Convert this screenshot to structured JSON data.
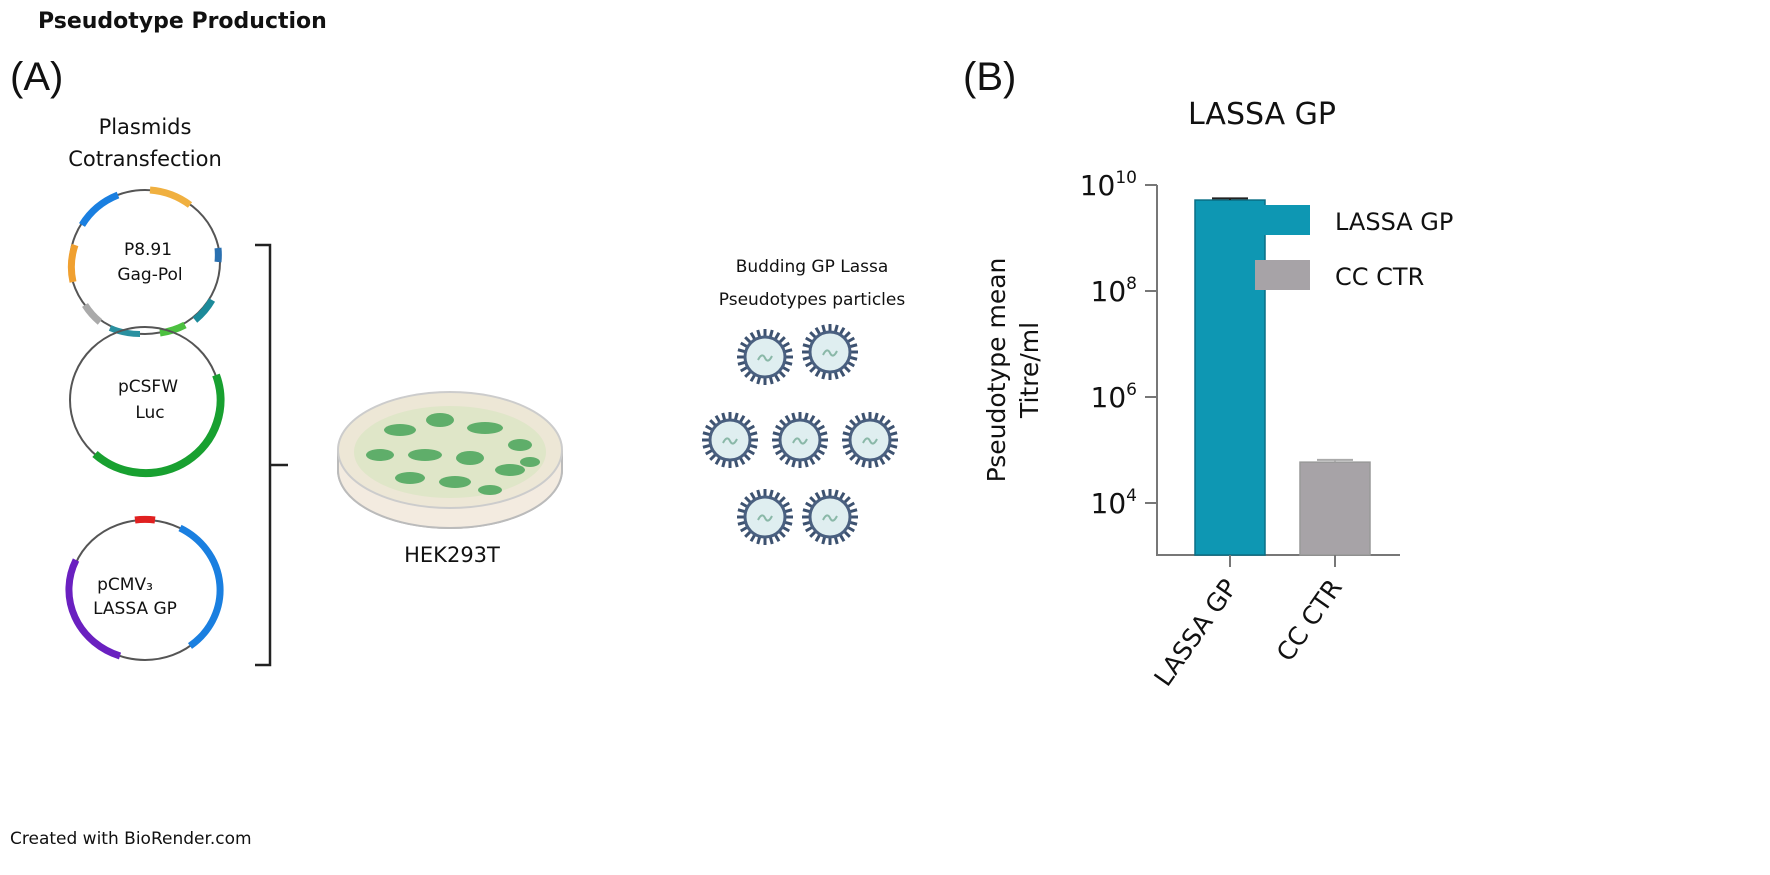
{
  "figure_title": "Pseudotype Production",
  "panel_a": {
    "label": "(A)",
    "plasmids_heading": [
      "Plasmids",
      "Cotransfection"
    ],
    "plasmids": [
      {
        "name_lines": [
          "P8.91",
          "Gag-Pol"
        ]
      },
      {
        "name_lines": [
          "pCSFW",
          "Luc"
        ]
      },
      {
        "name_lines": [
          "pCMV₃",
          "LASSA GP"
        ]
      }
    ],
    "cell_line": "HEK293T",
    "particles_heading": [
      "Budding GP Lassa",
      "Pseudotypes particles"
    ],
    "credit": "Created with BioRender.com"
  },
  "panel_b": {
    "label": "(B)"
  },
  "chart_data": {
    "type": "bar",
    "title": "LASSA GP",
    "ylabel": [
      "Pseudotype mean",
      "Titre/ml"
    ],
    "xlabel": "",
    "yscale": "log",
    "ylim": [
      1000,
      10000000000
    ],
    "yticks": [
      {
        "base": "10",
        "exp": "4",
        "value": 10000
      },
      {
        "base": "10",
        "exp": "6",
        "value": 1000000
      },
      {
        "base": "10",
        "exp": "8",
        "value": 100000000
      },
      {
        "base": "10",
        "exp": "10",
        "value": 10000000000
      }
    ],
    "categories": [
      "LASSA GP",
      "CC CTR"
    ],
    "values": [
      5200000000,
      59000
    ],
    "error_upper": [
      5600000000,
      65000
    ],
    "colors": [
      "#0e97b3",
      "#a7a3a7"
    ],
    "legend": {
      "position": "top-right",
      "entries": [
        "LASSA GP",
        "CC CTR"
      ]
    },
    "grid": false
  }
}
